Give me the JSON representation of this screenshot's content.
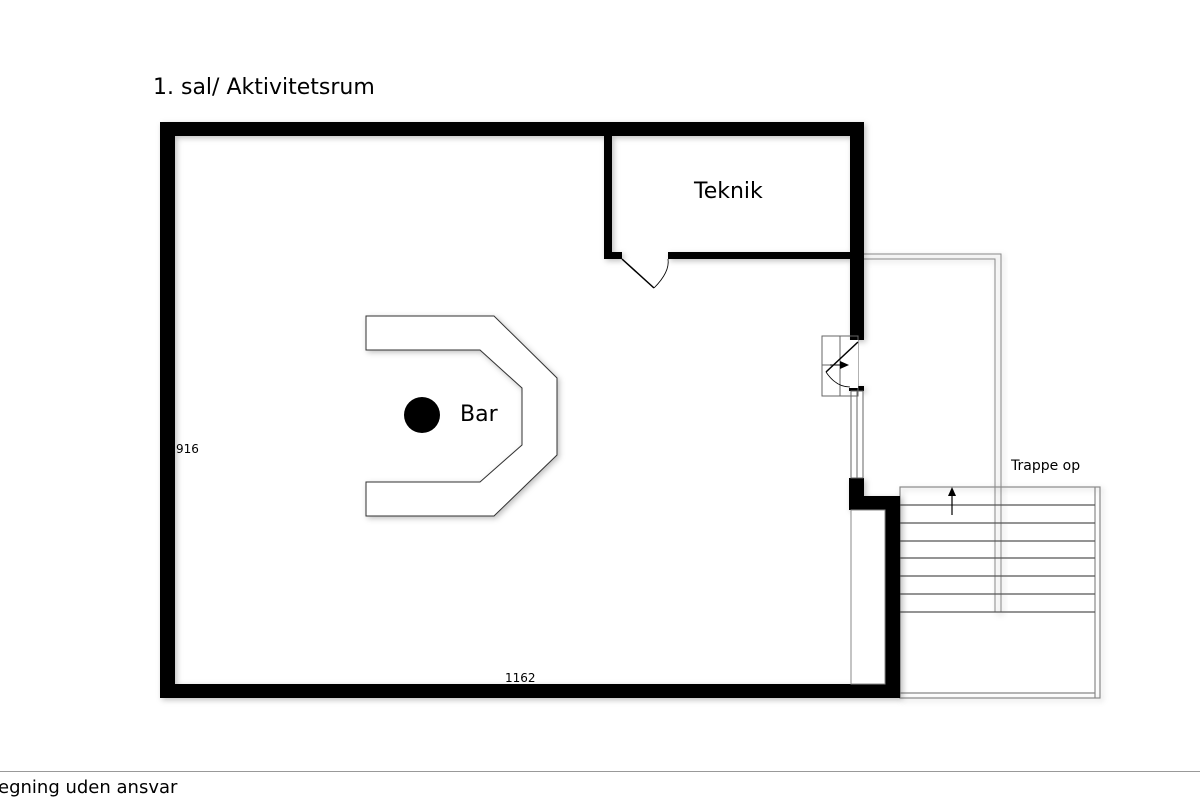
{
  "title": "1. sal/ Aktivitetsrum",
  "rooms": {
    "teknik": "Teknik",
    "bar": "Bar",
    "stairs": "Trappe op"
  },
  "dimensions": {
    "height": "916",
    "width": "1162"
  },
  "footer": "egning uden ansvar",
  "colors": {
    "wall": "#000000",
    "outline": "#888888"
  }
}
